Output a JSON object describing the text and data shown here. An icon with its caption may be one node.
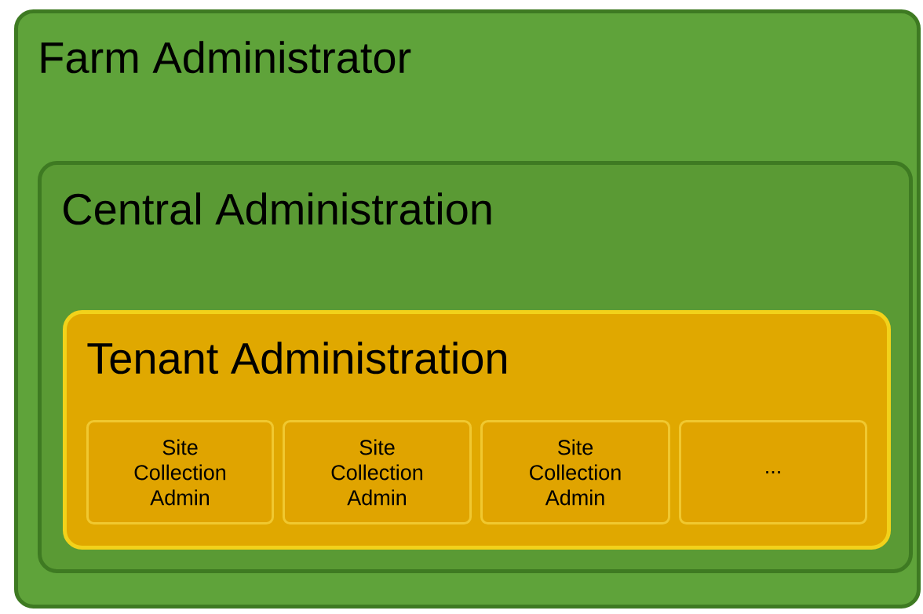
{
  "diagram": {
    "nodes": [
      {
        "text": [
          "Farm Administrator"
        ]
      },
      {
        "text": [
          "Central Administration"
        ],
        "in": 0
      },
      {
        "text": [
          "Tenant Administration"
        ],
        "in": 1
      },
      {
        "text": [
          "Site Collection Admin"
        ],
        "in": 2
      },
      {
        "text": [
          "Site Collection Admin"
        ],
        "in": 2
      },
      {
        "text": [
          "Site Collection Admin"
        ],
        "in": 2
      },
      {
        "text": [
          "..."
        ],
        "in": 2
      }
    ]
  }
}
